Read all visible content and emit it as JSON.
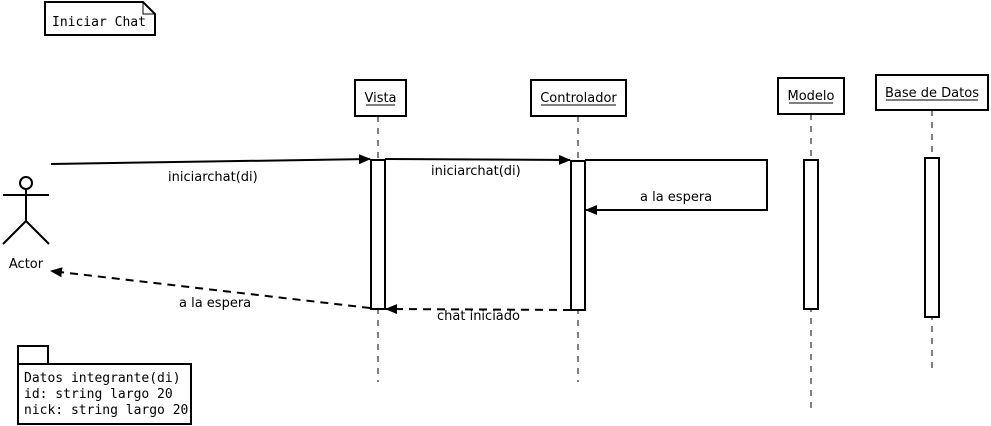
{
  "title_note": "Iniciar Chat",
  "actor": {
    "label": "Actor"
  },
  "lifelines": {
    "vista": "Vista",
    "controlador": "Controlador",
    "modelo": "Modelo",
    "base_datos": "Base de Datos"
  },
  "messages": {
    "m1": "iniciarchat(di)",
    "m2": "iniciarchat(di)",
    "m3": "a la espera",
    "m4": "chat iniciado",
    "m5": "a la espera"
  },
  "data_note": {
    "line1": "Datos integrante(di)",
    "line2": "id: string largo 20",
    "line3": "nick: string largo 20"
  }
}
